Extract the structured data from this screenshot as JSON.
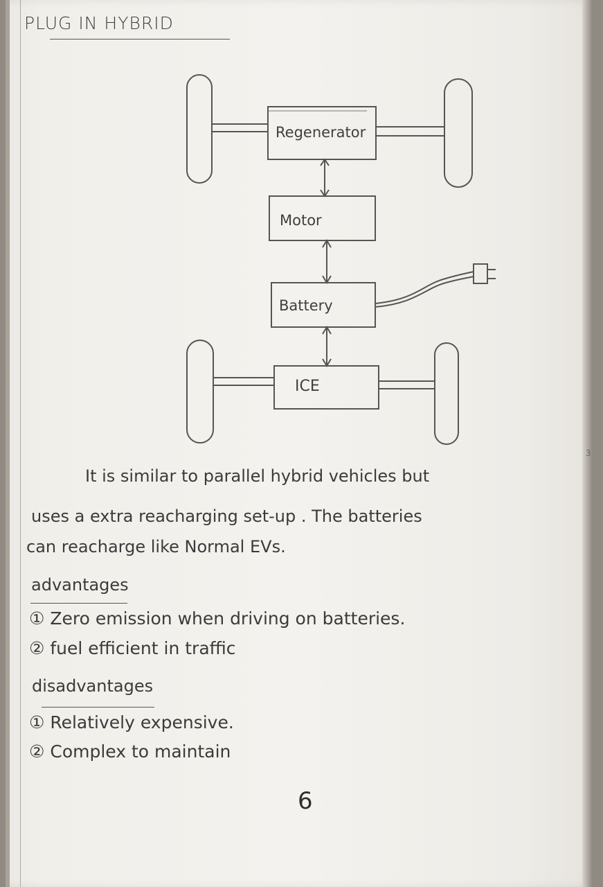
{
  "page": {
    "title": "PLUG IN   HYBRID",
    "page_number": "6",
    "side_mark": "3"
  },
  "diagram": {
    "regenerator_label": "Regenerator",
    "motor_label": "Motor",
    "battery_label": "Battery",
    "ice_label": "ICE"
  },
  "description": {
    "line_1": "It is similar to parallel hybrid vehicles but",
    "line_2": "uses  a extra reacharging set-up . The batteries",
    "line_3": "can reacharge like Normal EVs."
  },
  "advantages": {
    "heading": "advantages",
    "items": [
      "① Zero emission when driving on batteries.",
      "② fuel efficient in traffic"
    ]
  },
  "disadvantages": {
    "heading": "disadvantages",
    "items": [
      "① Relatively expensive.",
      "② Complex to maintain"
    ]
  }
}
